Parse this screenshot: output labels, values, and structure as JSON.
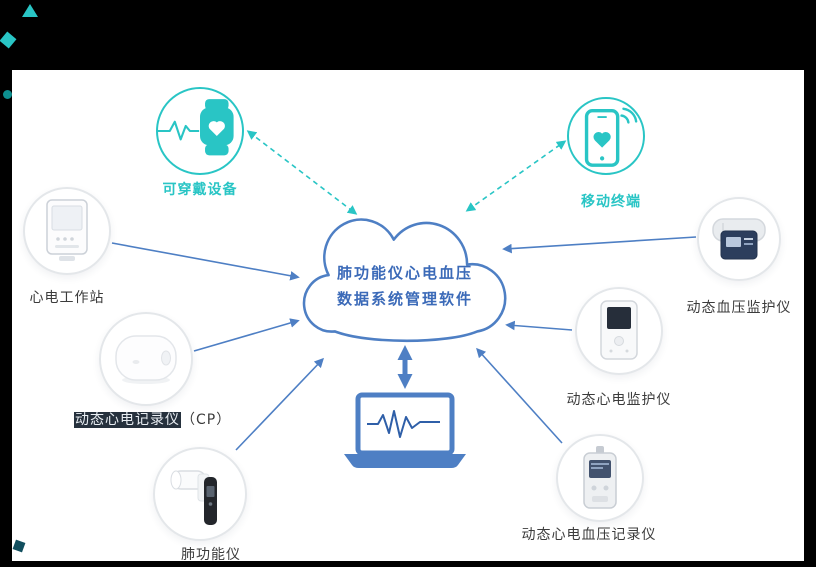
{
  "colors": {
    "teal": "#29c5c5",
    "blue": "#4e7fc4",
    "cloud_text": "#3b6ab8",
    "label_dark": "#3c3c3c",
    "highlight_bg": "#26313d",
    "highlight_text": "#e9eef3"
  },
  "cloud": {
    "line1": "肺功能仪心电血压",
    "line2": "数据系统管理软件"
  },
  "nodes": {
    "wearable": {
      "label": "可穿戴设备",
      "icon": "smartwatch-icon"
    },
    "mobile": {
      "label": "移动终端",
      "icon": "smartphone-icon"
    },
    "workstation": {
      "label": "心电工作站",
      "icon": "ecg-workstation-device-icon"
    },
    "holter": {
      "label": "动态心电记录仪",
      "suffix": "（CP）",
      "icon": "holter-recorder-device-icon"
    },
    "spirometer": {
      "label": "肺功能仪",
      "icon": "spirometer-device-icon"
    },
    "abpm": {
      "label": "动态血压监护仪",
      "icon": "bp-monitor-device-icon"
    },
    "ecg_monitor": {
      "label": "动态心电监护仪",
      "icon": "ecg-monitor-device-icon"
    },
    "ecg_bp_recorder": {
      "label": "动态心电血压记录仪",
      "icon": "ecg-bp-recorder-device-icon"
    }
  }
}
